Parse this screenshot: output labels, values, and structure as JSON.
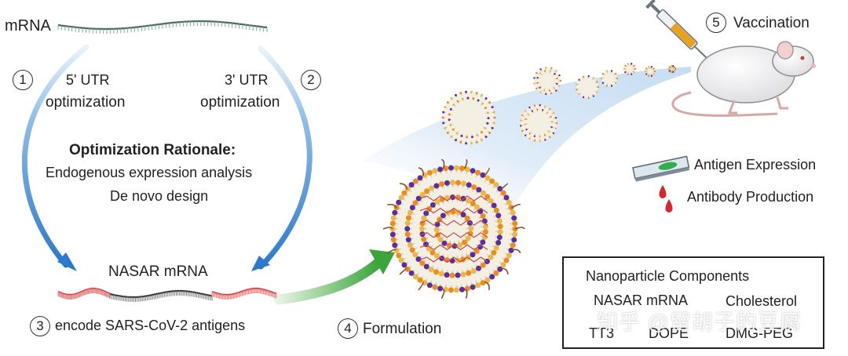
{
  "labels": {
    "mrna": "mRNA",
    "utr5_line1": "5' UTR",
    "utr5_line2": "optimization",
    "utr3_line1": "3' UTR",
    "utr3_line2": "optimization",
    "rationale_title": "Optimization Rationale:",
    "rationale_line1": "Endogenous expression analysis",
    "rationale_line2": "De novo design",
    "nasar_mrna": "NASAR mRNA",
    "step3_text": "encode SARS-CoV-2 antigens",
    "step4_text": "Formulation",
    "step5_text": "Vaccination",
    "antigen_expression": "Antigen Expression",
    "antibody_production": "Antibody Production"
  },
  "steps": {
    "s1": "1",
    "s2": "2",
    "s3": "3",
    "s4": "4",
    "s5": "5"
  },
  "legend": {
    "title": "Nanoparticle  Components",
    "mrna": "NASAR mRNA",
    "cholesterol": "Cholesterol",
    "tt3": "TT3",
    "dope": "DOPE",
    "dmg_peg": "DMG-PEG"
  },
  "watermark": "知乎 @留胡子的豆腐",
  "colors": {
    "arrow_blue": "#2f7fd1",
    "arrow_green": "#3aa53a",
    "mrna_red": "#d83a3a",
    "lipid_orange": "#f08a1c",
    "lipid_purple": "#5a2ea0",
    "drop_red": "#d8262c",
    "slide_green": "#2fb04a"
  }
}
